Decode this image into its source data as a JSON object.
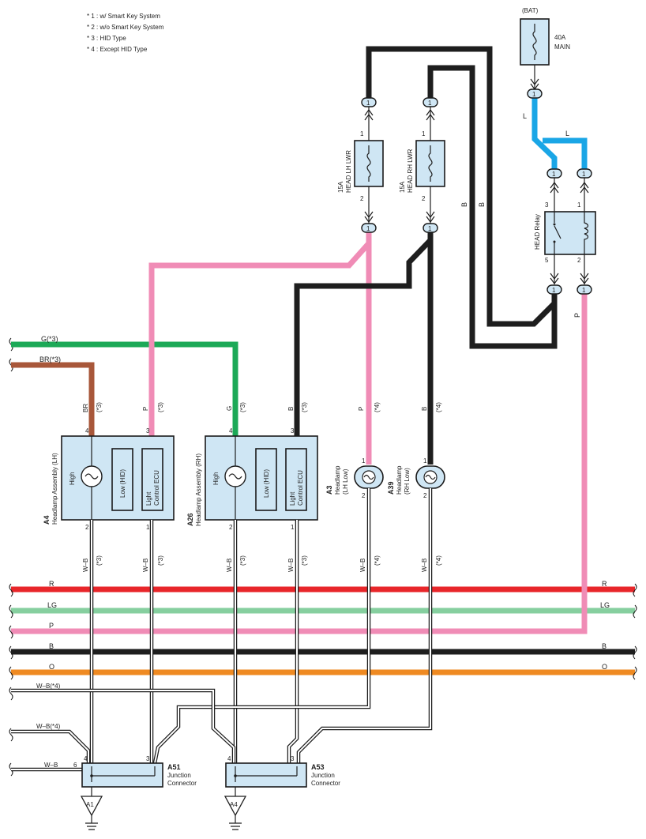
{
  "notes": [
    "* 1 : w/ Smart Key System",
    "* 2 : w/o Smart Key System",
    "* 3 : HID Type",
    "* 4 : Except HID Type"
  ],
  "battery": {
    "label": "(BAT)",
    "fuse_amps": "40A",
    "fuse_name": "MAIN"
  },
  "fuses": [
    {
      "amps": "15A",
      "name": "HEAD LH LWR",
      "pin_in": "1",
      "pin_out": "2"
    },
    {
      "amps": "15A",
      "name": "HEAD RH LWR",
      "pin_in": "1",
      "pin_out": "2"
    }
  ],
  "relay": {
    "name": "HEAD Relay",
    "pins": [
      "3",
      "1",
      "5",
      "2"
    ]
  },
  "connector_num": "1",
  "bus_wires": [
    {
      "label": "R",
      "color": "#e8262a"
    },
    {
      "label": "LG",
      "color": "#86cf9f"
    },
    {
      "label": "P",
      "color": "#f08cb6"
    },
    {
      "label": "B",
      "color": "#1e1e1e"
    },
    {
      "label": "O",
      "color": "#ef8a22"
    }
  ],
  "left_wires": [
    {
      "label": "G(*3)",
      "color": "#1ca957"
    },
    {
      "label": "BR(*3)",
      "color": "#a8573a"
    }
  ],
  "wire_colors": {
    "L": "#1aa6e6",
    "P": "#f08cb6",
    "B": "#1e1e1e",
    "G": "#1ca957",
    "BR": "#a8573a"
  },
  "wire_labels": {
    "L": "L",
    "B": "B",
    "P": "P",
    "G": "G",
    "BR": "BR",
    "WB": "W–B"
  },
  "conditions": {
    "c3": "(*3)",
    "c4": "(*4)"
  },
  "ground_wires": {
    "wb4a": "W–B(*4)",
    "wb4b": "W–B(*4)",
    "wb": "W–B",
    "pin6": "6"
  },
  "headlamp_assemblies": [
    {
      "code": "A4",
      "name": "Headlamp Assembly (LH)",
      "high": "High",
      "low": "Low (HID)",
      "ecu_line1": "Light",
      "ecu_line2": "Control ECU",
      "pins": [
        "4",
        "3",
        "2",
        "1"
      ]
    },
    {
      "code": "A26",
      "name": "Headlamp Assembly (RH)",
      "high": "High",
      "low": "Low (HID)",
      "ecu_line1": "Light",
      "ecu_line2": "Control ECU",
      "pins": [
        "4",
        "3",
        "2",
        "1"
      ]
    }
  ],
  "headlamps": [
    {
      "code": "A3",
      "name": "Headlamp",
      "side": "(LH Low)",
      "pins": [
        "1",
        "2"
      ]
    },
    {
      "code": "A39",
      "name": "Headlamp",
      "side": "(RH Low)",
      "pins": [
        "1",
        "2"
      ]
    }
  ],
  "junction_connectors": [
    {
      "code": "A51",
      "line1": "Junction",
      "line2": "Connector",
      "pins": [
        "4",
        "3"
      ]
    },
    {
      "code": "A53",
      "line1": "Junction",
      "line2": "Connector",
      "pins": [
        "4",
        "3"
      ]
    }
  ],
  "grounds": [
    "A1",
    "A4"
  ]
}
